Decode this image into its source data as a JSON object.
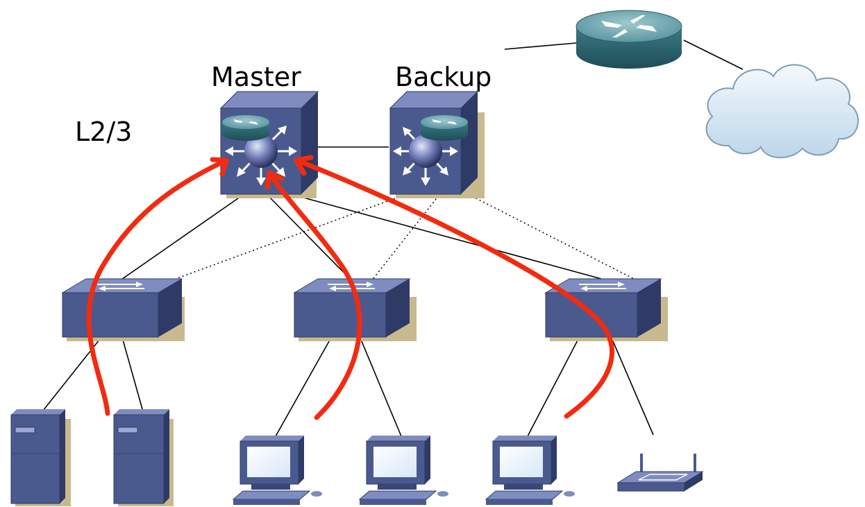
{
  "labels": {
    "master": "Master",
    "backup": "Backup",
    "layer": "L2/3"
  },
  "colors": {
    "device_fill": "#4b5a8e",
    "device_top": "#7e8cc0",
    "device_side": "#2f3a66",
    "device_shadow": "#c9b98f",
    "router_fill": "#3f7d88",
    "cloud_fill": "#dcecf6",
    "traffic_arrow": "#f22b10",
    "link": "#000000"
  },
  "icons": [
    "l3-switch-icon",
    "router-icon",
    "cloud-icon",
    "l2-switch-icon",
    "server-icon",
    "workstation-icon",
    "wireless-ap-icon"
  ]
}
